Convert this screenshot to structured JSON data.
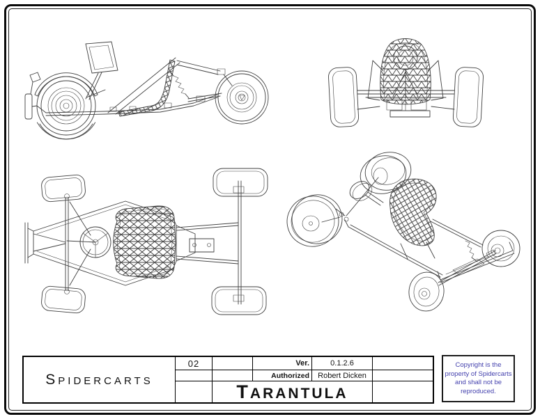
{
  "sheet": {
    "background_color": "#ffffff",
    "border_color": "#000000",
    "drawing_line_color": "#3f3f3f"
  },
  "title_block": {
    "company_initial": "S",
    "company_rest": "PIDERCARTS",
    "sheet_number": "02",
    "version_label": "Ver.",
    "version_value": "0.1.2.6",
    "authorized_label": "Authorized",
    "authorized_value": "Robert Dicken",
    "model_initial": "T",
    "model_rest": "ARANTULA"
  },
  "copyright_notice": {
    "text_color": "#4340ad",
    "lines": [
      "Copyright is the",
      "property of Spidercarts",
      "and shall not be",
      "reproduced."
    ]
  }
}
